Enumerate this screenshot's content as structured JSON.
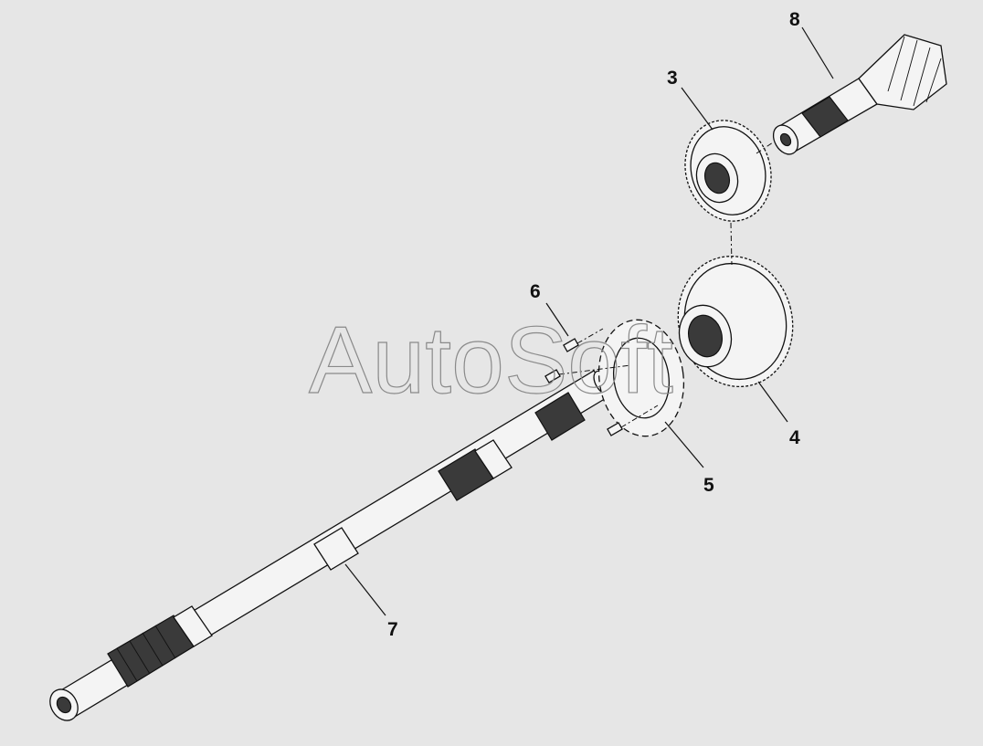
{
  "callouts": {
    "c3": "3",
    "c4": "4",
    "c5": "5",
    "c6": "6",
    "c7": "7",
    "c8": "8"
  },
  "watermark": "AutoSoft",
  "colors": {
    "background": "#e6e6e6",
    "line": "#111111",
    "part_fill": "#f4f4f4",
    "watermark": "#8a8a8a"
  }
}
